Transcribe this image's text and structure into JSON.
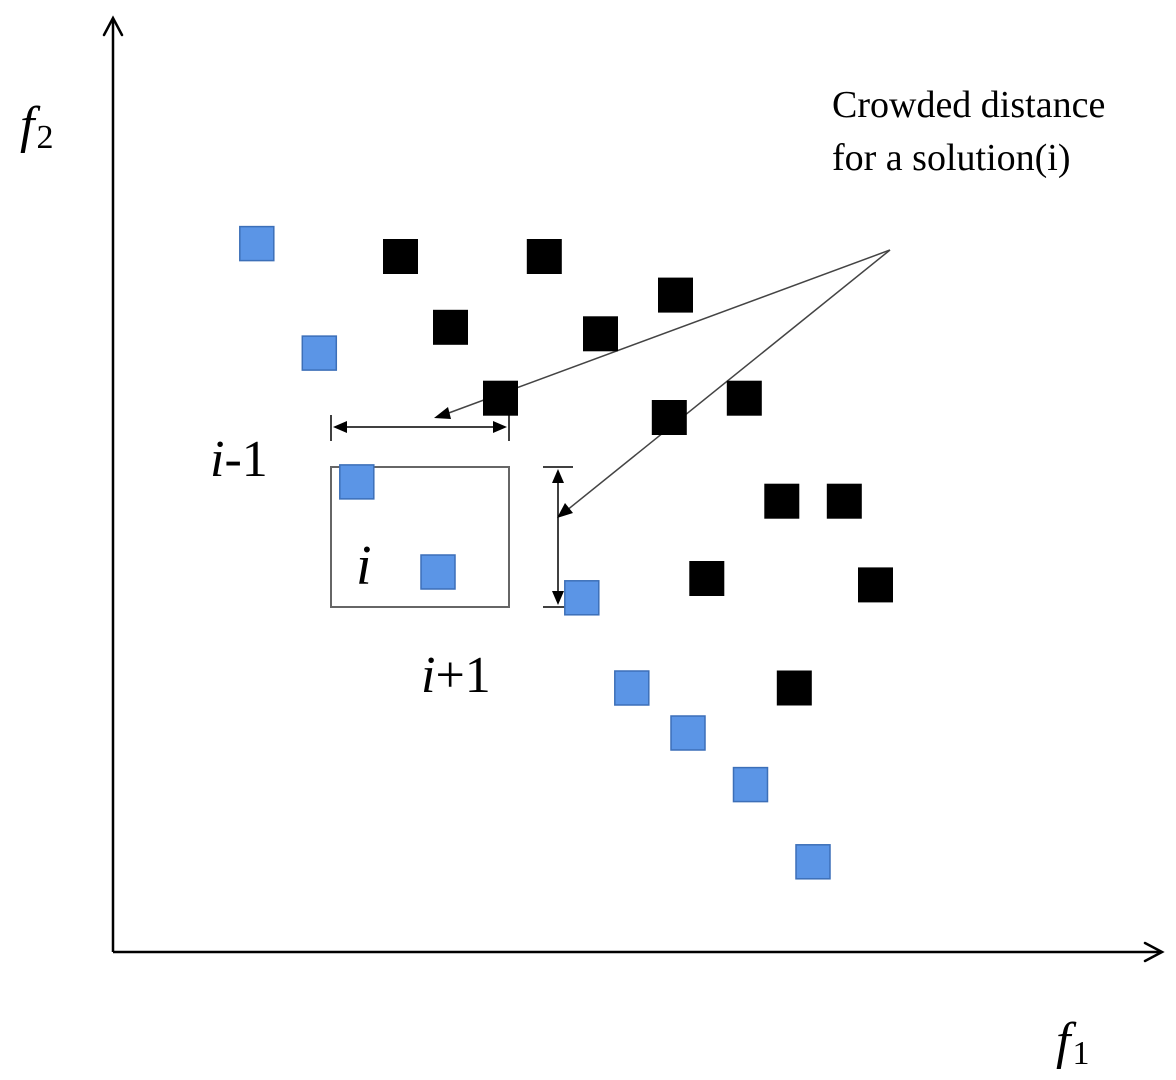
{
  "axes": {
    "x_label": "f",
    "x_sub": "1",
    "y_label": "f",
    "y_sub": "2"
  },
  "annotation": {
    "line1": "Crowded distance",
    "line2": "for a solution(i)"
  },
  "labels": {
    "prev": {
      "italic": "i",
      "suffix": "-1"
    },
    "current": {
      "italic": "i",
      "suffix": ""
    },
    "next": {
      "italic": "i",
      "suffix": "+1"
    }
  },
  "colors": {
    "front_solution": "#5b95e6",
    "other_solution": "#000000"
  },
  "points": {
    "front": [
      {
        "f1": 2.3,
        "f2": 11.0,
        "role": ""
      },
      {
        "f1": 3.3,
        "f2": 9.3,
        "role": ""
      },
      {
        "f1": 3.9,
        "f2": 7.3,
        "role": "i-1"
      },
      {
        "f1": 5.2,
        "f2": 5.9,
        "role": "i"
      },
      {
        "f1": 7.5,
        "f2": 5.5,
        "role": "i+1"
      },
      {
        "f1": 8.3,
        "f2": 4.1,
        "role": ""
      },
      {
        "f1": 9.2,
        "f2": 3.4,
        "role": ""
      },
      {
        "f1": 10.2,
        "f2": 2.6,
        "role": ""
      },
      {
        "f1": 11.2,
        "f2": 1.4,
        "role": ""
      }
    ],
    "other": [
      {
        "f1": 4.6,
        "f2": 10.8
      },
      {
        "f1": 6.9,
        "f2": 10.8
      },
      {
        "f1": 9.0,
        "f2": 10.2
      },
      {
        "f1": 5.4,
        "f2": 9.7
      },
      {
        "f1": 7.8,
        "f2": 9.6
      },
      {
        "f1": 10.1,
        "f2": 8.6
      },
      {
        "f1": 6.2,
        "f2": 8.6
      },
      {
        "f1": 8.9,
        "f2": 8.3
      },
      {
        "f1": 10.7,
        "f2": 7.0
      },
      {
        "f1": 11.7,
        "f2": 7.0
      },
      {
        "f1": 9.5,
        "f2": 5.8
      },
      {
        "f1": 12.2,
        "f2": 5.7
      },
      {
        "f1": 10.9,
        "f2": 4.1
      }
    ]
  }
}
